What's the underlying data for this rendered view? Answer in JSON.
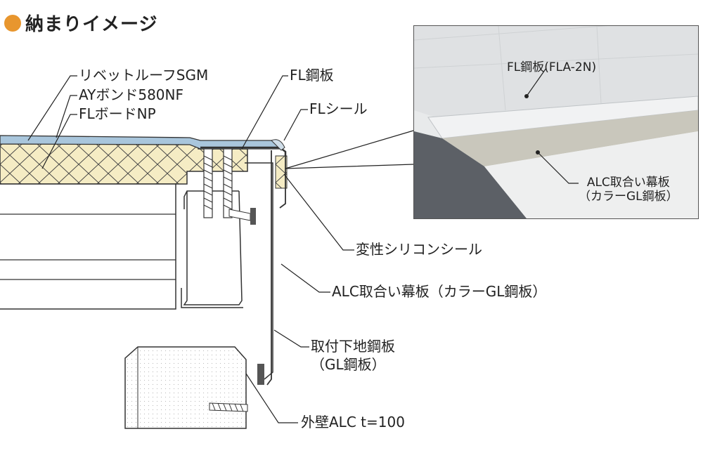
{
  "heading": {
    "dot_color": "#e8962e",
    "title": "納まりイメージ"
  },
  "labels": {
    "rivet_roof": "リベットルーフSGM",
    "ay_bond": "AYボンド580NF",
    "fl_board": "FLボードNP",
    "fl_steel": "FL鋼板",
    "fl_seal": "FLシール",
    "modified_silicone": "変性シリコンシール",
    "alc_fascia": "ALC取合い幕板（カラーGL鋼板）",
    "mount_steel_line1": "取付下地鋼板",
    "mount_steel_line2": "（GL鋼板）",
    "exterior_alc": "外壁ALC t=100"
  },
  "photo": {
    "fl_steel_label": "FL鋼板(FLA-2N)",
    "alc_label_line1": "ALC取合い幕板",
    "alc_label_line2": "（カラーGL鋼板）"
  },
  "colors": {
    "insulation": "#f5ecc4",
    "membrane": "#a9c6dc",
    "line": "#333333"
  }
}
